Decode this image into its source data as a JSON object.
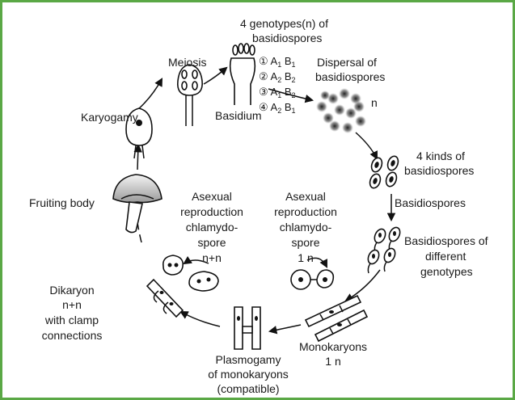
{
  "labels": {
    "genotypes_line1": "4 genotypes(n) of",
    "genotypes_line2": "basidiospores",
    "meiosis": "Meiosis",
    "karyogamy": "Karyogamy",
    "basidium": "Basidium",
    "dispersal_line1": "Dispersal of",
    "dispersal_line2": "basidiospores",
    "n": "n",
    "kinds_line1": "4 kinds of",
    "kinds_line2": "basidiospores",
    "basidiospores": "Basidiospores",
    "different_line1": "Basidiospores of",
    "different_line2": "different",
    "different_line3": "genotypes",
    "fruiting_body": "Fruiting body",
    "asexual_left_1": "Asexual",
    "asexual_left_2": "reproduction",
    "asexual_left_3": "chlamydo-",
    "asexual_left_4": "spore",
    "asexual_left_5": "n+n",
    "asexual_right_1": "Asexual",
    "asexual_right_2": "reproduction",
    "asexual_right_3": "chlamydo-",
    "asexual_right_4": "spore",
    "asexual_right_5": "1 n",
    "dikaryon_1": "Dikaryon",
    "dikaryon_2": "n+n",
    "dikaryon_3": "with clamp",
    "dikaryon_4": "connections",
    "monokaryons_1": "Monokaryons",
    "monokaryons_2": "1 n",
    "plasmogamy_1": "Plasmogamy",
    "plasmogamy_2": "of monokaryons",
    "plasmogamy_3": "(compatible)"
  },
  "genotypes": [
    {
      "num": "①",
      "a": "1",
      "b": "1"
    },
    {
      "num": "②",
      "a": "2",
      "b": "2"
    },
    {
      "num": "③",
      "a": "1",
      "b": "2"
    },
    {
      "num": "④",
      "a": "2",
      "b": "1"
    }
  ],
  "colors": {
    "border": "#5aa845",
    "ink": "#111111"
  }
}
